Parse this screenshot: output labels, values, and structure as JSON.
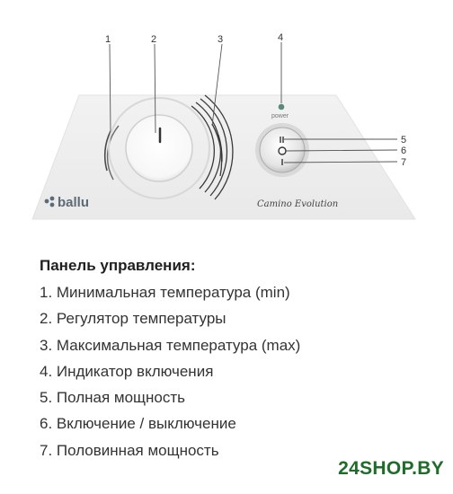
{
  "callouts": [
    {
      "n": "1"
    },
    {
      "n": "2"
    },
    {
      "n": "3"
    },
    {
      "n": "4"
    },
    {
      "n": "5"
    },
    {
      "n": "6"
    },
    {
      "n": "7"
    }
  ],
  "panel": {
    "power_label": "power",
    "brand": "ballu",
    "model": "Camino Evolution",
    "colors": {
      "panel": "#eeeeee",
      "power_led": "#5c8a7a",
      "brand": "#5e6b77"
    }
  },
  "legend": {
    "title": "Панель управления:",
    "items": [
      "1. Минимальная температура (min)",
      "2. Регулятор температуры",
      "3. Максимальная температура (max)",
      "4. Индикатор включения",
      "5.  Полная мощность",
      "6. Включение / выключение",
      "7. Половинная мощность"
    ]
  },
  "watermark": {
    "text": "24SHOP.BY",
    "color": "#1f6b2a"
  }
}
